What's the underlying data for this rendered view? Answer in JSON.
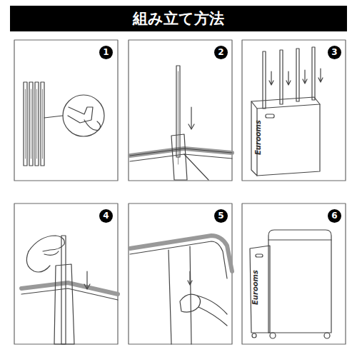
{
  "diagram": {
    "title": "組み立て方法",
    "labels": [
      "1",
      "2",
      "3",
      "Eurooms",
      "4",
      "5",
      "6",
      "Eurooms"
    ]
  }
}
